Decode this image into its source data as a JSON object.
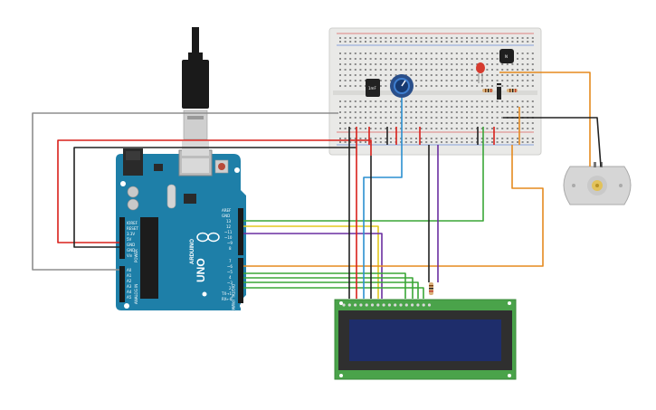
{
  "board": {
    "brand": "ARDUINO",
    "model": "UNO",
    "power_header_labels": [
      "IOREF",
      "RESET",
      "3.3V",
      "5V",
      "GND",
      "GND",
      "Vin"
    ],
    "analog_header_labels": [
      "A0",
      "A1",
      "A2",
      "A3",
      "A4",
      "A5"
    ],
    "power_group": "POWER",
    "analog_group": "ANALOG IN",
    "digital_group": "DIGITAL (PWM~)",
    "digital_header_labels": [
      "AREF",
      "GND",
      "13",
      "12",
      "~11",
      "~10",
      "~9",
      "8",
      "7",
      "~6",
      "~5",
      "4",
      "~3",
      "2",
      "TX→1",
      "RX←0"
    ]
  },
  "components": {
    "cap_label": "1mF",
    "transistor_label": "N",
    "motor": "dc-motor",
    "lcd": "lcd-16x2",
    "potentiometer": "potentiometer",
    "led_color": "#d63b2f"
  },
  "wire_colors": {
    "red": "#d8201a",
    "black": "#222222",
    "gray": "#8e8e8e",
    "green": "#3aa637",
    "yellow": "#e3c81e",
    "purple": "#6a2ea0",
    "blue": "#2b8fd0",
    "orange": "#e58a1f"
  }
}
